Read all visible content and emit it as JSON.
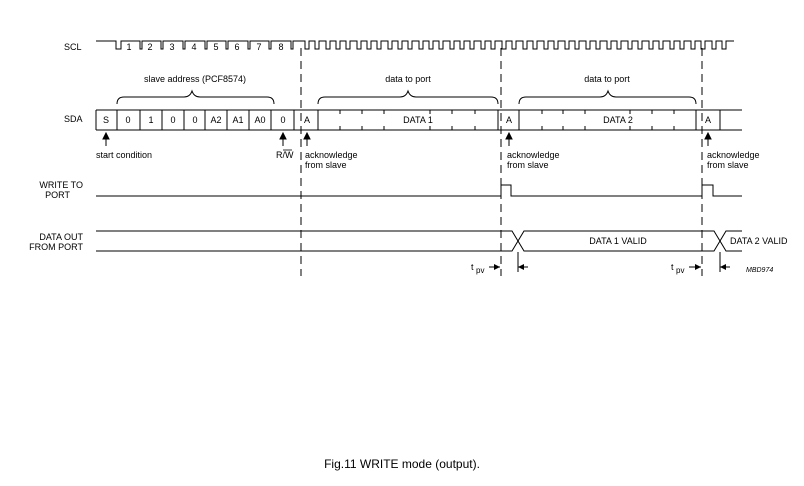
{
  "signals": {
    "scl": "SCL",
    "sda": "SDA",
    "write_to_port": [
      "WRITE TO",
      "PORT"
    ],
    "data_out_from_port": [
      "DATA OUT",
      "FROM PORT"
    ]
  },
  "clock_pulses": [
    "1",
    "2",
    "3",
    "4",
    "5",
    "6",
    "7",
    "8"
  ],
  "braces": {
    "slave_address": "slave address (PCF8574)",
    "data_to_port_1": "data to port",
    "data_to_port_2": "data to port"
  },
  "sda_bits": [
    "S",
    "0",
    "1",
    "0",
    "0",
    "A2",
    "A1",
    "A0",
    "0",
    "A"
  ],
  "sda_fields": {
    "data1": "DATA 1",
    "ack2": "A",
    "data2": "DATA 2",
    "ack3": "A"
  },
  "annotations": {
    "start_condition": "start condition",
    "rw": "R/W",
    "ack1": [
      "acknowledge",
      "from slave"
    ],
    "ack2": [
      "acknowledge",
      "from slave"
    ],
    "ack3": [
      "acknowledge",
      "from slave"
    ]
  },
  "data_out": {
    "valid1": "DATA 1 VALID",
    "valid2": "DATA 2 VALID"
  },
  "timing": {
    "tpv_t": "t",
    "tpv_sub": "pv"
  },
  "drawing_id": "MBD974",
  "caption": "Fig.11  WRITE mode (output)."
}
